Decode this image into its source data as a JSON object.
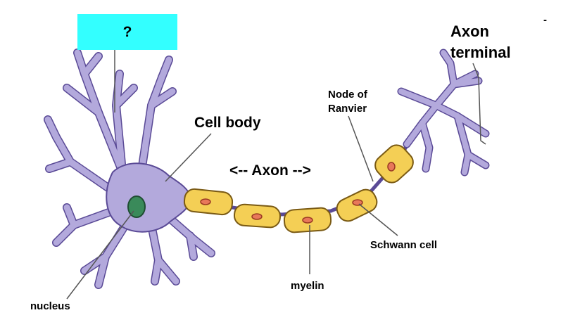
{
  "labels": {
    "unknown": "?",
    "axon_terminal_1": "Axon",
    "axon_terminal_2": "terminal",
    "node_of_ranvier_1": "Node of",
    "node_of_ranvier_2": "Ranvier",
    "cell_body": "Cell body",
    "axon": "<-- Axon -->",
    "schwann_cell": "Schwann cell",
    "myelin": "myelin",
    "nucleus": "nucleus",
    "corner_mark": "-"
  },
  "colors": {
    "neuron_fill": "#b3a9dc",
    "neuron_stroke": "#5a4a96",
    "myelin_fill": "#f4cf55",
    "myelin_stroke": "#7a5a14",
    "schwann_nucleus": "#e8785a",
    "cell_nucleus": "#3a8a5a",
    "label_box": "#33ffff"
  }
}
